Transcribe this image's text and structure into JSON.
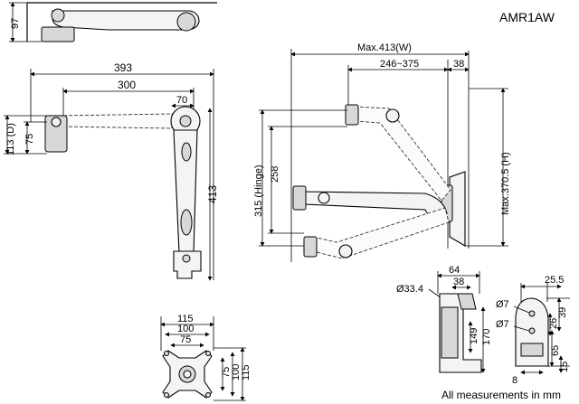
{
  "model": "AMR1AW",
  "footer": "All measurements in mm",
  "top_view": {
    "height": "97"
  },
  "side_view": {
    "reach": "393",
    "arm_length": "300",
    "head_offset": "70",
    "depth_label": "113 (D)",
    "depth_inner": "75",
    "pole_height": "413"
  },
  "wall_view": {
    "max_width": "Max.413(W)",
    "width_range": "246~375",
    "bracket": "38",
    "max_height": "Max.370.5 (H)",
    "hinge_label": "315 (Hinge)",
    "inner_height": "258"
  },
  "vesa": {
    "w115": "115",
    "w100": "100",
    "w75": "75",
    "h75": "75",
    "h100": "100",
    "h115": "115"
  },
  "clamp": {
    "width": "64",
    "inner": "38",
    "diameter": "Ø33.4",
    "h149": "149",
    "h170": "170"
  },
  "grommet": {
    "width": "25.5",
    "hole_top": "Ø7",
    "hole_bottom": "Ø7",
    "d39": "39",
    "d26": "26",
    "d65": "65",
    "d15": "15",
    "d8": "8"
  }
}
